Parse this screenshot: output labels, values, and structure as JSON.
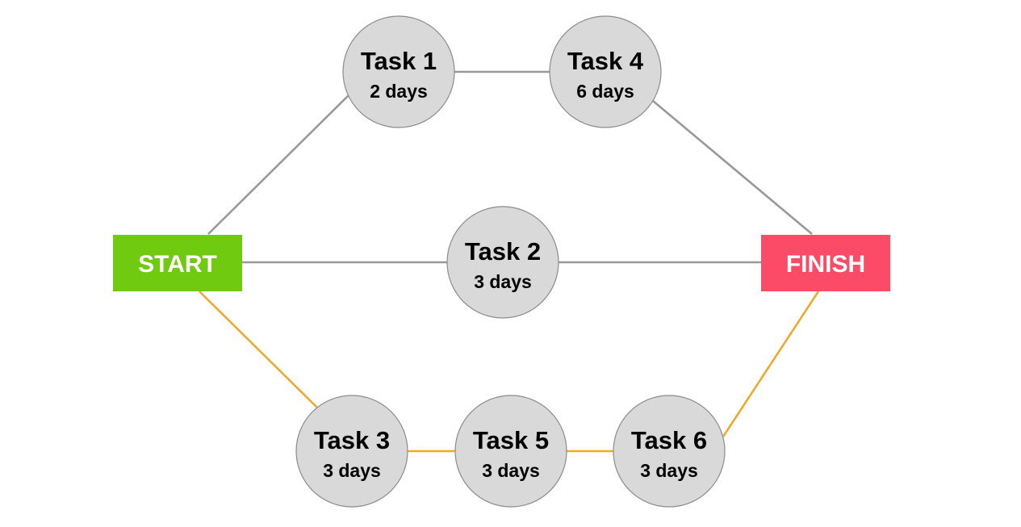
{
  "colors": {
    "default_edge": "#999999",
    "critical_edge": "#f0a92c",
    "task_fill": "#d9d9d9",
    "start_fill": "#6fca10",
    "finish_fill": "#fb4b66"
  },
  "terminals": {
    "start": {
      "label": "START"
    },
    "finish": {
      "label": "FINISH"
    }
  },
  "tasks": {
    "t1": {
      "name": "Task 1",
      "duration": "2 days"
    },
    "t2": {
      "name": "Task 2",
      "duration": "3 days"
    },
    "t3": {
      "name": "Task 3",
      "duration": "3 days"
    },
    "t4": {
      "name": "Task 4",
      "duration": "6 days"
    },
    "t5": {
      "name": "Task 5",
      "duration": "3 days"
    },
    "t6": {
      "name": "Task 6",
      "duration": "3 days"
    }
  },
  "edges": [
    {
      "from": "start",
      "to": "t1",
      "critical": false
    },
    {
      "from": "t1",
      "to": "t4",
      "critical": false
    },
    {
      "from": "t4",
      "to": "finish",
      "critical": false
    },
    {
      "from": "start",
      "to": "t2",
      "critical": false
    },
    {
      "from": "t2",
      "to": "finish",
      "critical": false
    },
    {
      "from": "start",
      "to": "t3",
      "critical": true
    },
    {
      "from": "t3",
      "to": "t5",
      "critical": true
    },
    {
      "from": "t5",
      "to": "t6",
      "critical": true
    },
    {
      "from": "t6",
      "to": "finish",
      "critical": true
    }
  ]
}
